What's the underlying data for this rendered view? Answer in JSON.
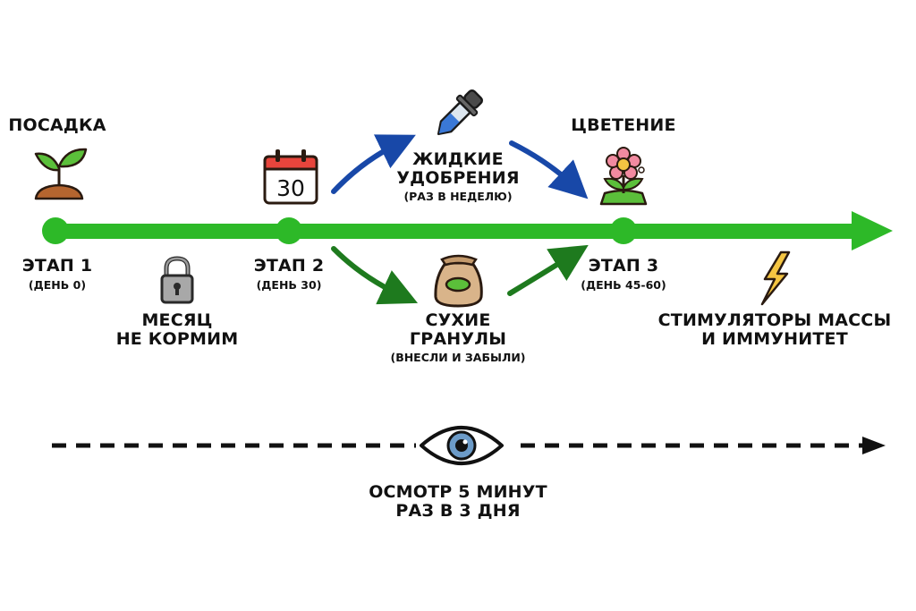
{
  "colors": {
    "timeline": "#2db928",
    "liquid_arrow": "#1848a8",
    "dry_arrow": "#1e7a1e",
    "text": "#111111"
  },
  "top_labels": {
    "planting": "ПОСАДКА",
    "flowering": "ЦВЕТЕНИЕ"
  },
  "stages": [
    {
      "title": "ЭТАП 1",
      "day": "(ДЕНЬ 0)"
    },
    {
      "title": "ЭТАП 2",
      "day": "(ДЕНЬ 30)"
    },
    {
      "title": "ЭТАП 3",
      "day": "(ДЕНЬ 45-60)"
    }
  ],
  "no_feed": {
    "line1": "МЕСЯЦ",
    "line2": "НЕ КОРМИМ"
  },
  "calendar": {
    "number": "30"
  },
  "liquid": {
    "line1": "ЖИДКИЕ",
    "line2": "УДОБРЕНИЯ",
    "note": "(РАЗ В НЕДЕЛЮ)"
  },
  "dry": {
    "line1": "СУХИЕ",
    "line2": "ГРАНУЛЫ",
    "note": "(ВНЕСЛИ И ЗАБЫЛИ)"
  },
  "stimulators": {
    "line1": "СТИМУЛЯТОРЫ МАССЫ",
    "line2": "И ИММУНИТЕТ"
  },
  "inspection": {
    "line1": "ОСМОТР 5 МИНУТ",
    "line2": "РАЗ В 3 ДНЯ"
  },
  "icons": [
    "sprout-icon",
    "lock-icon",
    "calendar-icon",
    "dropper-icon",
    "fertilizer-bag-icon",
    "flower-icon",
    "lightning-icon",
    "eye-icon"
  ]
}
